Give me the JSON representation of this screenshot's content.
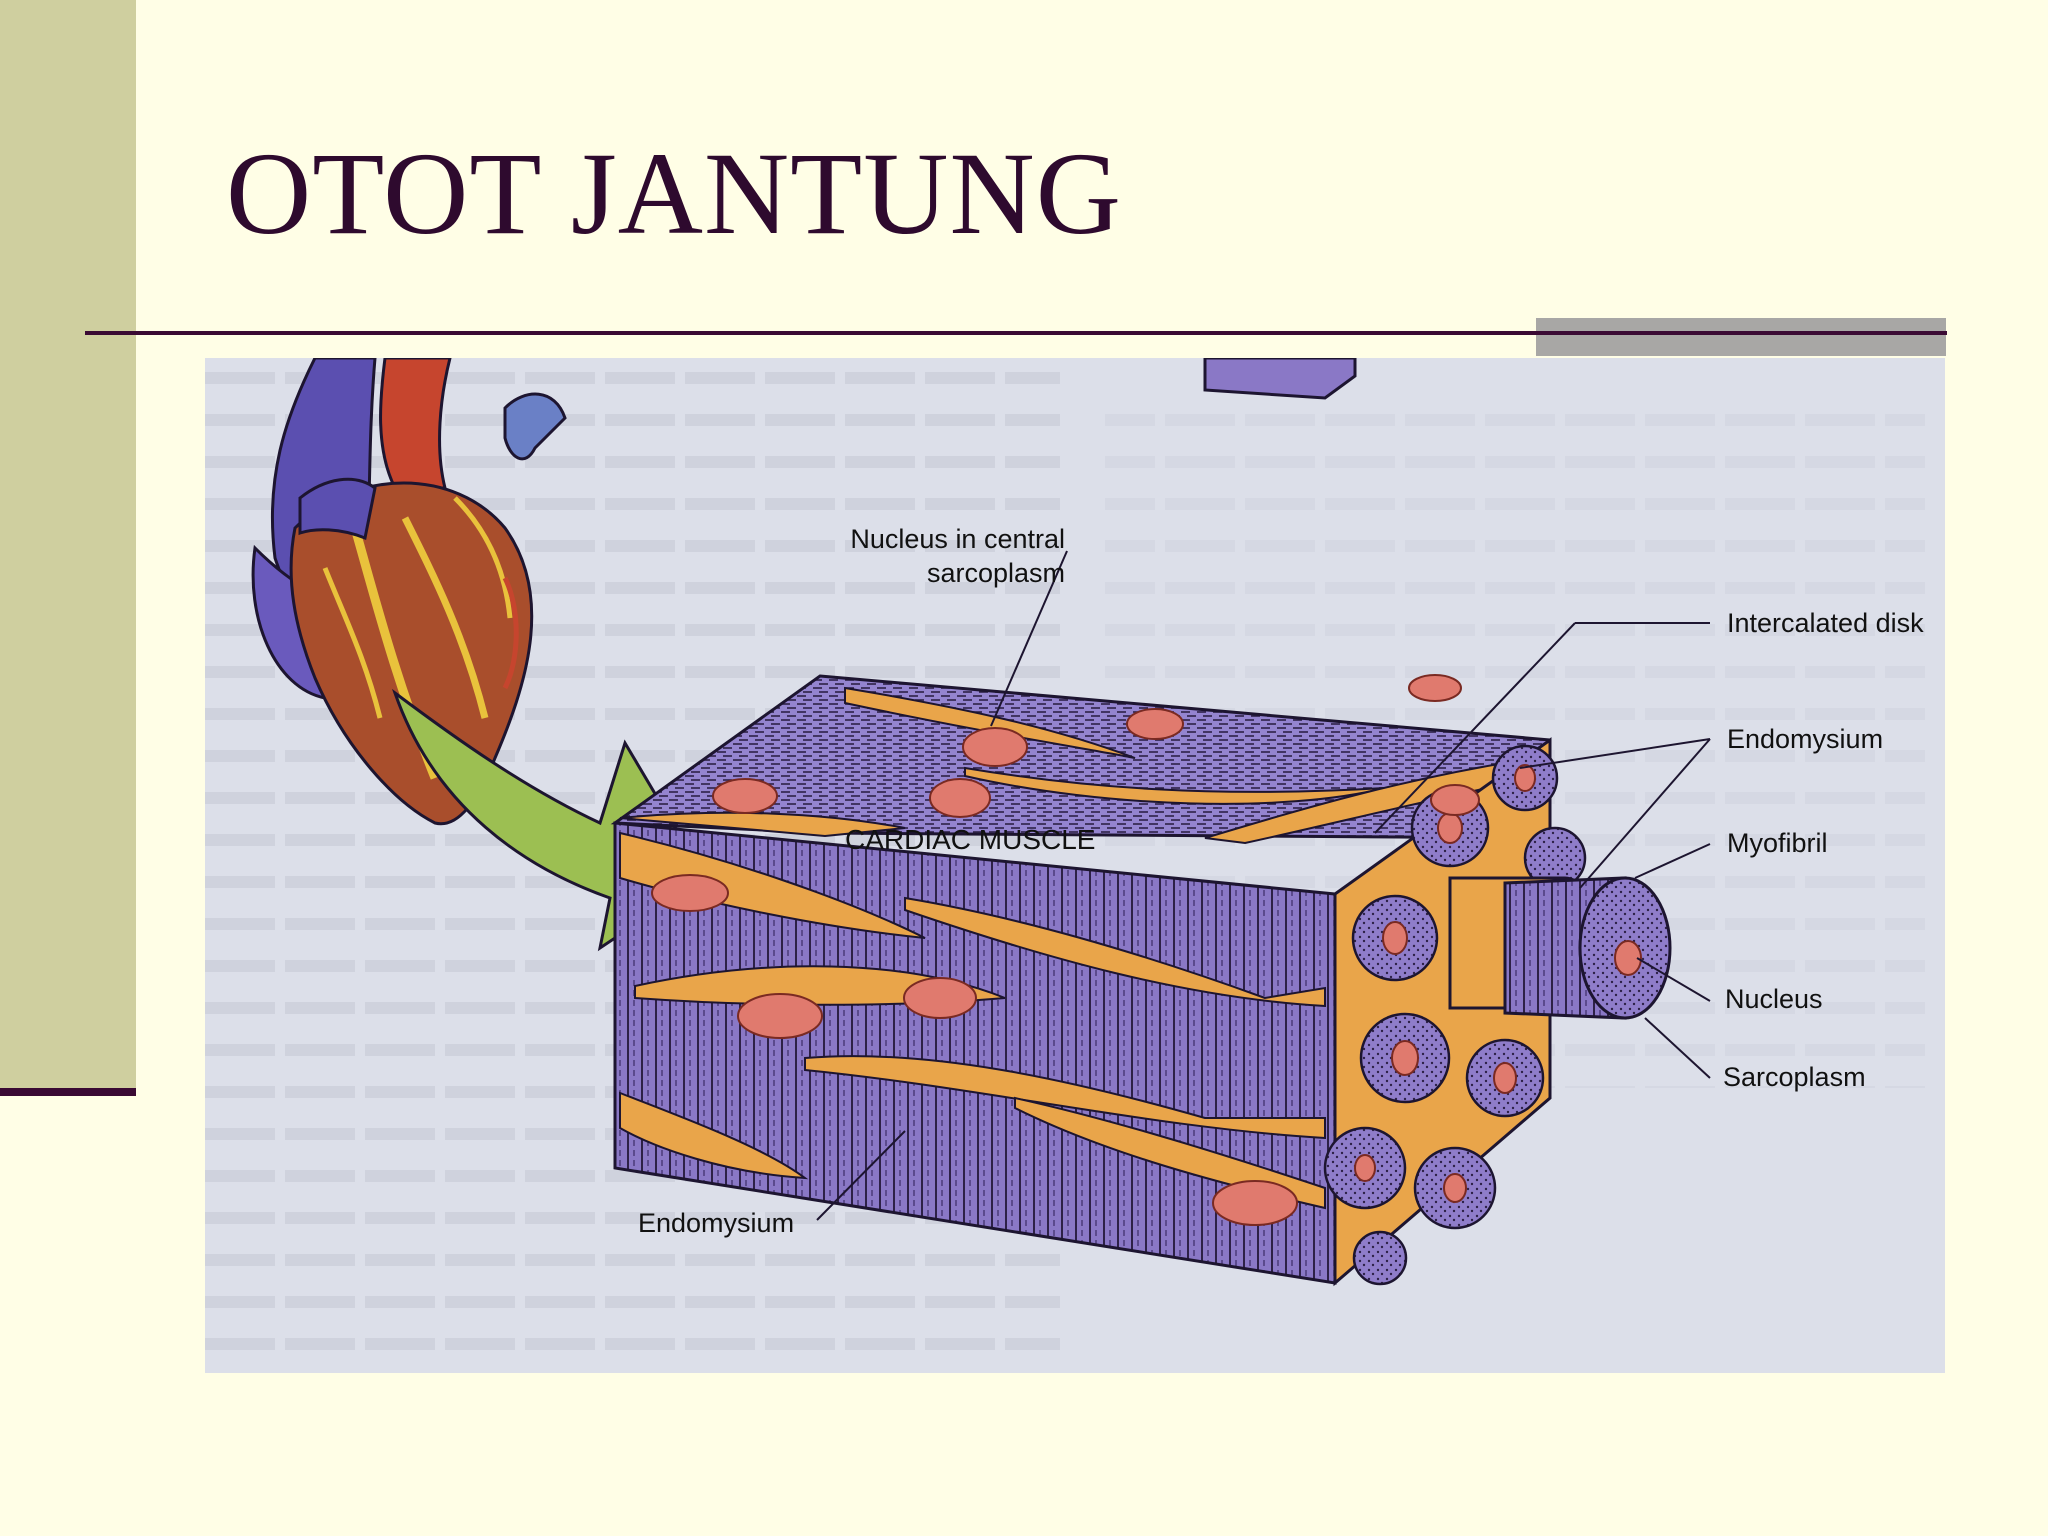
{
  "slide": {
    "title": "OTOT JANTUNG"
  },
  "diagram": {
    "heart_label": "CARDIAC MUSCLE",
    "labels": {
      "nucleus_central_line1": "Nucleus in central",
      "nucleus_central_line2": "sarcoplasm",
      "intercalated_disk": "Intercalated disk",
      "endomysium_right": "Endomysium",
      "myofibril": "Myofibril",
      "nucleus": "Nucleus",
      "sarcoplasm": "Sarcoplasm",
      "endomysium_bottom": "Endomysium"
    }
  },
  "colors": {
    "background": "#fffee6",
    "sidebar": "#cfcf9f",
    "title": "#2e0a2e",
    "rule": "#3a0a33",
    "muscle_purple": "#8a78c6",
    "endomysium_orange": "#e9a54a",
    "nucleus_pink": "#e07a6e",
    "arrow_green": "#9cbf52"
  }
}
